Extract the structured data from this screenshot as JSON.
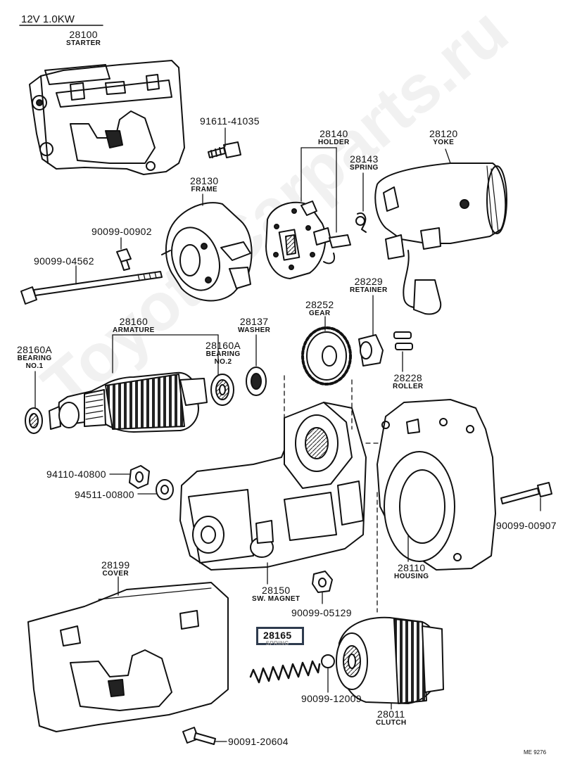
{
  "header": {
    "spec": "12V 1.0KW"
  },
  "watermark": "ToyotaCarparts.ru",
  "footer_code": "ME 9276",
  "highlight_color": "#2e3b4e",
  "parts": {
    "starter": {
      "number": "28100",
      "name": "STARTER"
    },
    "bolt_91611": {
      "number": "91611-41035"
    },
    "frame": {
      "number": "28130",
      "name": "FRAME"
    },
    "holder": {
      "number": "28140",
      "name": "HOLDER"
    },
    "spring_28143": {
      "number": "28143",
      "name": "SPRING"
    },
    "yoke": {
      "number": "28120",
      "name": "YOKE"
    },
    "screw_90099_00902": {
      "number": "90099-00902"
    },
    "bolt_90099_04562": {
      "number": "90099-04562"
    },
    "retainer": {
      "number": "28229",
      "name": "RETAINER"
    },
    "gear": {
      "number": "28252",
      "name": "GEAR"
    },
    "armature": {
      "number": "28160",
      "name": "ARMATURE"
    },
    "washer": {
      "number": "28137",
      "name": "WASHER"
    },
    "bearing_no1": {
      "number": "28160A",
      "name1": "BEARING",
      "name2": "NO.1"
    },
    "bearing_no2": {
      "number": "28160A",
      "name1": "BEARING",
      "name2": "NO.2"
    },
    "roller": {
      "number": "28228",
      "name": "ROLLER"
    },
    "nut_94110": {
      "number": "94110-40800"
    },
    "washer_94511": {
      "number": "94511-00800"
    },
    "bolt_90099_00907": {
      "number": "90099-00907"
    },
    "cover": {
      "number": "28199",
      "name": "COVER"
    },
    "housing": {
      "number": "28110",
      "name": "HOUSING"
    },
    "sw_magnet": {
      "number": "28150",
      "name": "SW. MAGNET"
    },
    "nut_90099_05129": {
      "number": "90099-05129"
    },
    "spring_28165": {
      "number": "28165",
      "name": "SPRING"
    },
    "ball_90099_12009": {
      "number": "90099-12009"
    },
    "clutch": {
      "number": "28011",
      "name": "CLUTCH"
    },
    "bolt_90091_20604": {
      "number": "90091-20604"
    }
  }
}
